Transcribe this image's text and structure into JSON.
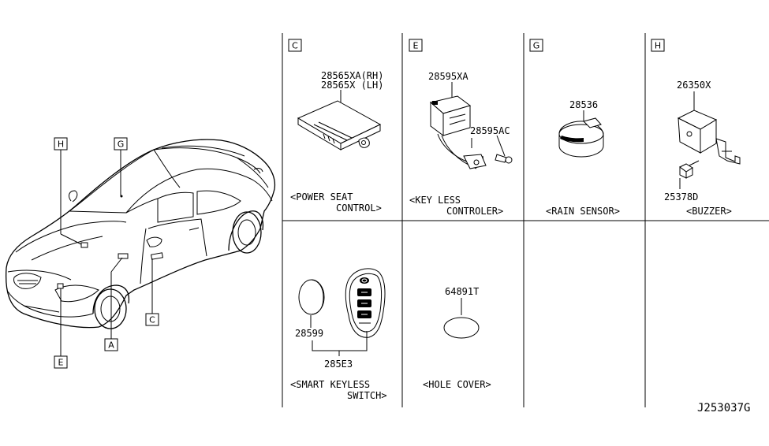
{
  "diagram_code": "J253037G",
  "locator_labels": {
    "H": "H",
    "G": "G",
    "E": "E",
    "A": "A",
    "C": "C"
  },
  "panels": [
    {
      "letter": "C",
      "part_numbers": [
        "28565XA(RH)",
        "28565X (LH)"
      ],
      "caption_line1": "<POWER SEAT",
      "caption_line2": "CONTROL>"
    },
    {
      "letter": "E",
      "part_numbers": [
        "28595XA",
        "28595AC"
      ],
      "caption_line1": "<KEY LESS",
      "caption_line2": "CONTROLER>"
    },
    {
      "letter": "G",
      "part_numbers": [
        "28536"
      ],
      "caption_line1": "<RAIN SENSOR>",
      "caption_line2": ""
    },
    {
      "letter": "H",
      "part_numbers": [
        "26350X",
        "25378D"
      ],
      "caption_line1": "<BUZZER>",
      "caption_line2": ""
    }
  ],
  "lower_panels": [
    {
      "part_numbers": [
        "28599",
        "285E3"
      ],
      "caption_line1": "<SMART KEYLESS",
      "caption_line2": "SWITCH>"
    },
    {
      "part_numbers": [
        "64891T"
      ],
      "caption_line1": "<HOLE COVER>",
      "caption_line2": ""
    }
  ]
}
